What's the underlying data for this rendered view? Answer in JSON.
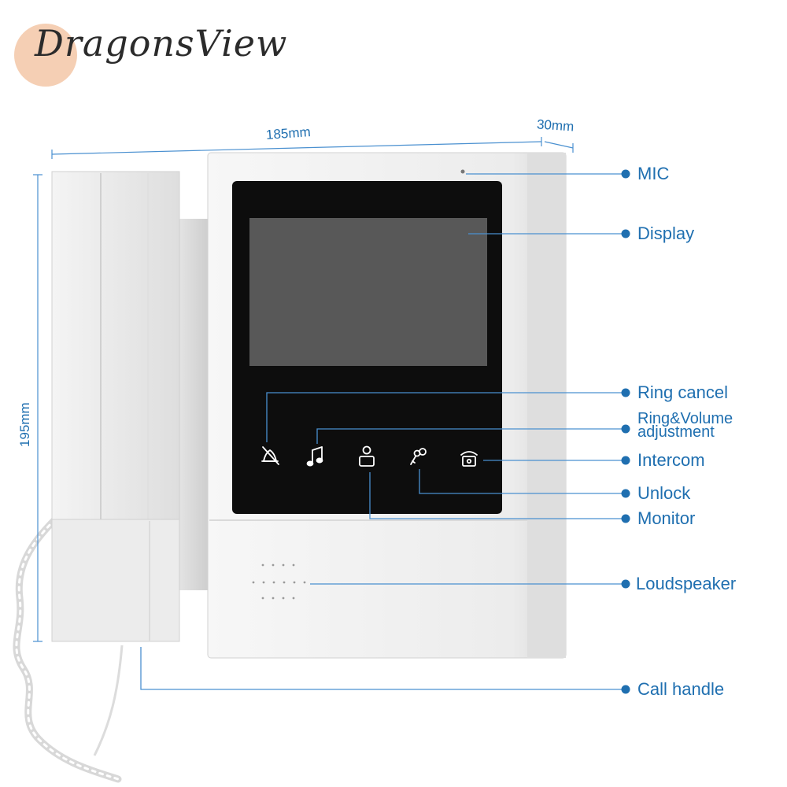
{
  "brand": {
    "name": "DragonsView"
  },
  "dimensions": {
    "width": "185mm",
    "depth": "30mm",
    "height": "195mm"
  },
  "callouts": {
    "mic": "MIC",
    "display": "Display",
    "ring_cancel": "Ring cancel",
    "ring_volume": "Ring&Volume adjustment",
    "ring_volume_line1": "Ring&Volume",
    "ring_volume_line2": "adjustment",
    "intercom": "Intercom",
    "unlock": "Unlock",
    "monitor": "Monitor",
    "loudspeaker": "Loudspeaker",
    "call_handle": "Call handle"
  },
  "icons": [
    "bell-off-icon",
    "music-note-icon",
    "person-monitor-icon",
    "key-icon",
    "phone-icon"
  ],
  "colors": {
    "accent": "#1f6fb0",
    "device_body": "#eeeeee",
    "screen_frame": "#111111",
    "screen": "#5a5a5a",
    "brand_circle": "#f5cfb4"
  }
}
